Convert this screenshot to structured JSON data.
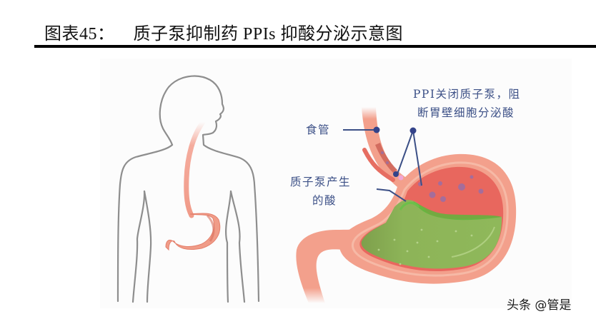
{
  "figure": {
    "number_label": "图表45：",
    "title": "质子泵抑制药 PPIs 抑酸分泌示意图"
  },
  "labels": {
    "esophagus": "食管",
    "ppi_line1": "PPI关闭质子泵，阻",
    "ppi_line2": "断胃壁细胞分泌酸",
    "acid_line1": "质子泵产生",
    "acid_line2": "的酸"
  },
  "watermark": "头条 @管是",
  "colors": {
    "label_text": "#3b4f86",
    "pointer": "#3b4f86",
    "body_outline": "#8e8e8e",
    "stomach_wall": "#f2a08c",
    "stomach_inner": "#e8675e",
    "acid_fluid": "#8cb457",
    "acid_dots": "#8f6fb0"
  }
}
